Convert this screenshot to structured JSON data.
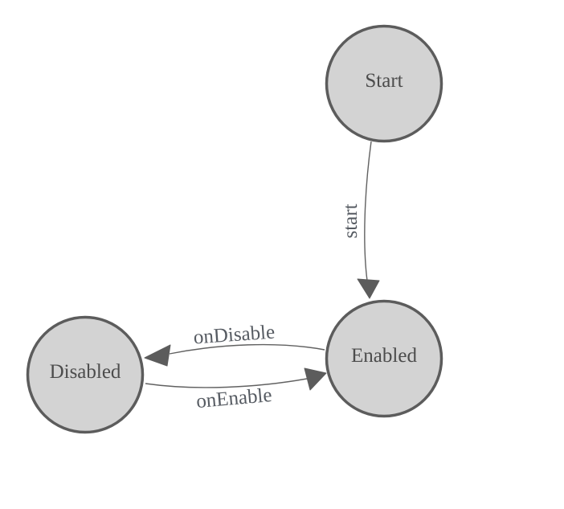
{
  "diagram": {
    "type": "state-machine",
    "background_color": "#ffffff",
    "colors": {
      "node_fill": "#d3d3d3",
      "node_stroke": "#5c5c5c",
      "edge_stroke": "#616161",
      "arrow_fill": "#5c5c5c",
      "node_label_color": "#4c4c4c",
      "edge_label_color": "#565b62"
    },
    "nodes": [
      {
        "id": "start-node",
        "label": "Start"
      },
      {
        "id": "enabled-node",
        "label": "Enabled"
      },
      {
        "id": "disabled-node",
        "label": "Disabled"
      }
    ],
    "edges": [
      {
        "id": "start-transition",
        "label": "start",
        "from": "Start",
        "to": "Enabled"
      },
      {
        "id": "ondisable-transition",
        "label": "onDisable",
        "from": "Enabled",
        "to": "Disabled"
      },
      {
        "id": "onenable-transition",
        "label": "onEnable",
        "from": "Disabled",
        "to": "Enabled"
      }
    ]
  }
}
